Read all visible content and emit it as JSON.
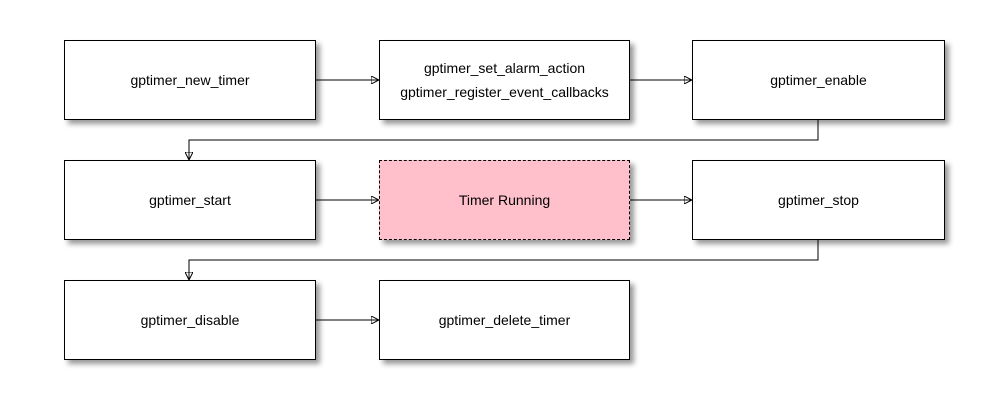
{
  "colors": {
    "background": "#ffffff",
    "node_fill": "#ffffff",
    "node_border": "#000000",
    "highlight_fill": "#ffc0cb",
    "highlight_border": "#000000",
    "connector": "#000000",
    "text": "#000000"
  },
  "diagram": {
    "type": "flowchart",
    "nodes": [
      {
        "id": "gptimer_new_timer",
        "type": "process",
        "lines": [
          "gptimer_new_timer"
        ]
      },
      {
        "id": "gptimer_setup",
        "type": "process",
        "lines": [
          "gptimer_set_alarm_action",
          "gptimer_register_event_callbacks"
        ]
      },
      {
        "id": "gptimer_enable",
        "type": "process",
        "lines": [
          "gptimer_enable"
        ]
      },
      {
        "id": "gptimer_start",
        "type": "process",
        "lines": [
          "gptimer_start"
        ]
      },
      {
        "id": "timer_running",
        "type": "state-highlight",
        "lines": [
          "Timer Running"
        ]
      },
      {
        "id": "gptimer_stop",
        "type": "process",
        "lines": [
          "gptimer_stop"
        ]
      },
      {
        "id": "gptimer_disable",
        "type": "process",
        "lines": [
          "gptimer_disable"
        ]
      },
      {
        "id": "gptimer_delete_timer",
        "type": "process",
        "lines": [
          "gptimer_delete_timer"
        ]
      }
    ],
    "edges": [
      {
        "from": "gptimer_new_timer",
        "to": "gptimer_setup"
      },
      {
        "from": "gptimer_setup",
        "to": "gptimer_enable"
      },
      {
        "from": "gptimer_enable",
        "to": "gptimer_start"
      },
      {
        "from": "gptimer_start",
        "to": "timer_running"
      },
      {
        "from": "timer_running",
        "to": "gptimer_stop"
      },
      {
        "from": "gptimer_stop",
        "to": "gptimer_disable"
      },
      {
        "from": "gptimer_disable",
        "to": "gptimer_delete_timer"
      }
    ]
  }
}
